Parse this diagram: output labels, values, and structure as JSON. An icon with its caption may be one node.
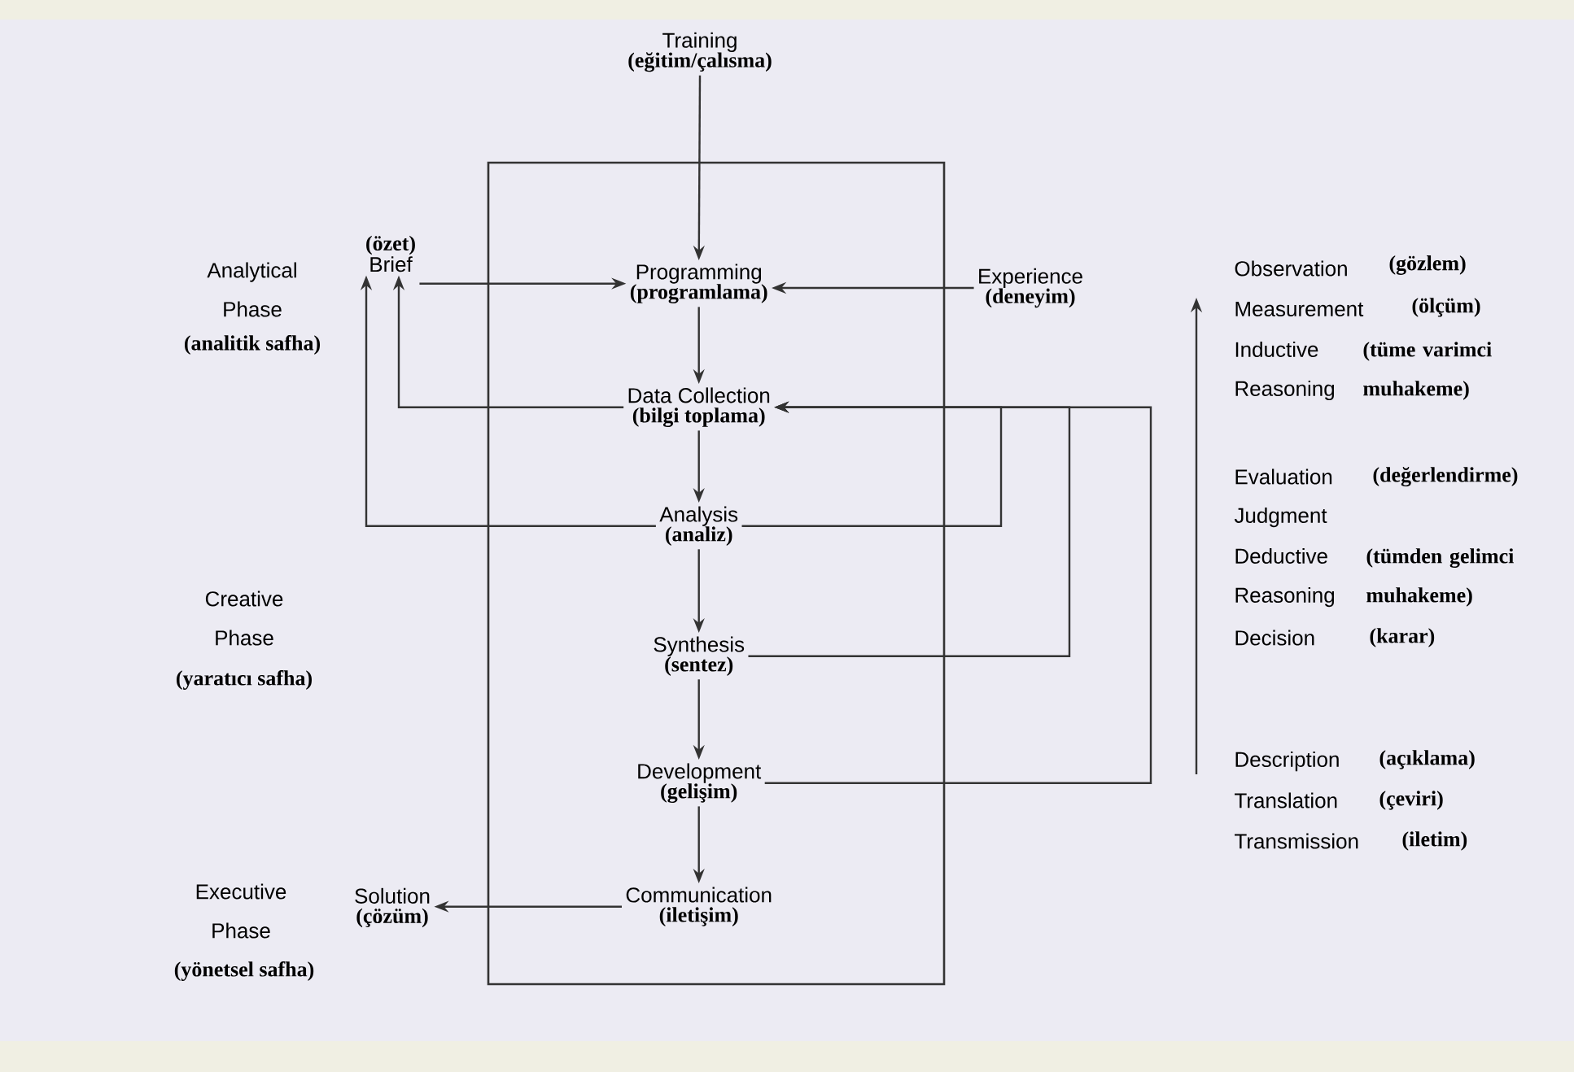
{
  "diagram": {
    "nodes": [
      {
        "text": [],
        "shape": "box"
      },
      {
        "text": [
          "Training",
          "(eğitim/çalısma)"
        ]
      },
      {
        "text": [
          "(özet)",
          "Brief"
        ]
      },
      {
        "text": [
          "Programming",
          "(programlama)"
        ],
        "in": 0
      },
      {
        "text": [
          "Experience",
          "(deneyim)"
        ]
      },
      {
        "text": [
          "Data Collection",
          "(bilgi toplama)"
        ],
        "in": 0
      },
      {
        "text": [
          "Analysis",
          "(analiz)"
        ],
        "in": 0
      },
      {
        "text": [
          "Synthesis",
          "(sentez)"
        ],
        "in": 0
      },
      {
        "text": [
          "Development",
          "(gelişim)"
        ],
        "in": 0
      },
      {
        "text": [
          "Solution",
          "(çözüm)"
        ]
      },
      {
        "text": [
          "Communication",
          "(iletişim)"
        ],
        "in": 0
      }
    ],
    "edges": [
      {
        "from": 1,
        "to": 3,
        "arrow": "to"
      },
      {
        "from": 2,
        "to": 3,
        "arrow": "to"
      },
      {
        "from": 4,
        "to": 3,
        "arrow": "to"
      },
      {
        "from": 3,
        "to": 5,
        "arrow": "to"
      },
      {
        "from": 5,
        "to": 6,
        "arrow": "to"
      },
      {
        "from": 6,
        "to": 7,
        "arrow": "to"
      },
      {
        "from": 7,
        "to": 8,
        "arrow": "to"
      },
      {
        "from": 8,
        "to": 10,
        "arrow": "to"
      },
      {
        "from": 10,
        "to": 9,
        "arrow": "to"
      },
      {
        "from": 5,
        "to": 2,
        "arrow": "to"
      },
      {
        "from": 6,
        "to": 2,
        "arrow": "to"
      },
      {
        "from": 6,
        "to": 5,
        "arrow": "to"
      },
      {
        "from": 7,
        "to": 5,
        "arrow": "to"
      },
      {
        "from": 8,
        "to": 5,
        "arrow": "to"
      }
    ],
    "labels": [
      "Analytical Phase",
      "(analitik safha)",
      "Creative Phase",
      "(yaratıcı safha)",
      "Executive Phase",
      "(yönetsel safha)",
      "Observation",
      "(gözlem)",
      "Measurement",
      "(ölçüm)",
      "Inductive Reasoning",
      "(tüme varimci muhakeme)",
      "Evaluation",
      "(değerlendirme)",
      "Judgment",
      "Deductive Reasoning",
      "(tümden gelimci muhakeme)",
      "Decision",
      "(karar)",
      "Description",
      "(açıklama)",
      "Translation",
      "(çeviri)",
      "Transmission",
      "(iletim)"
    ]
  }
}
